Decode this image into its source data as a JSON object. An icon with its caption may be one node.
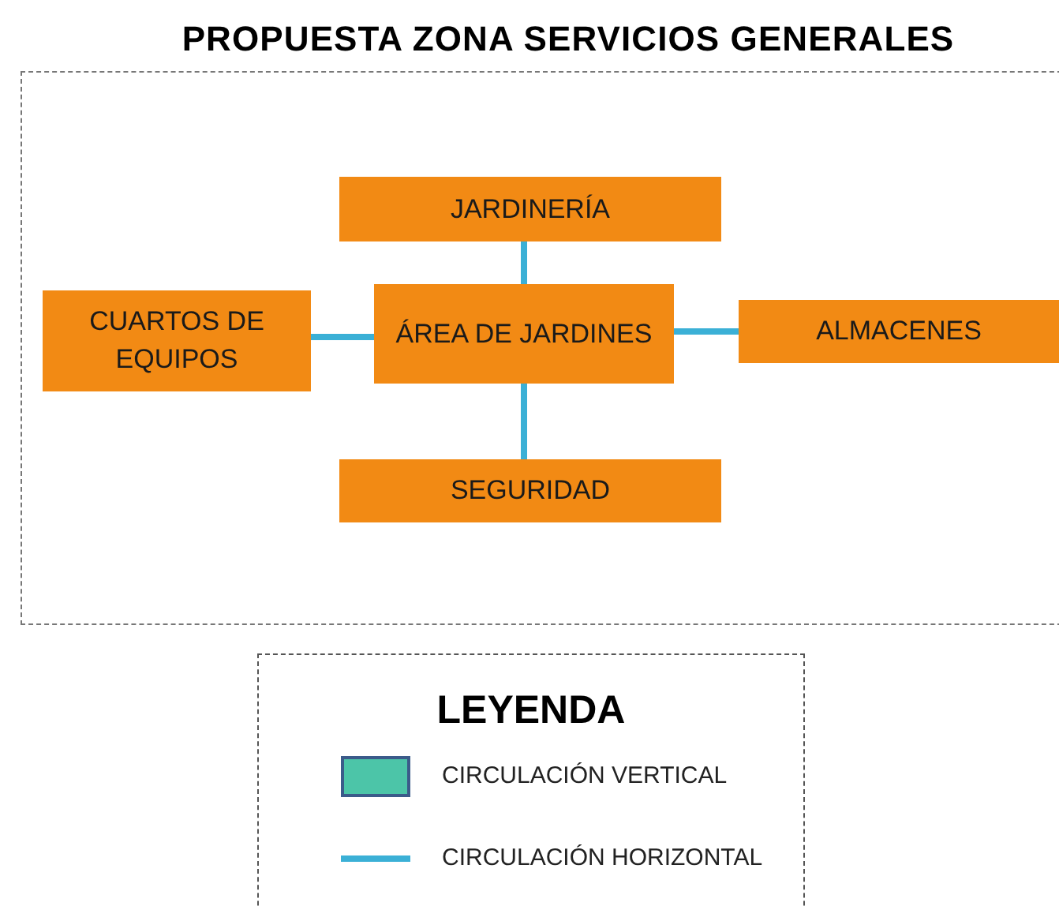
{
  "diagram": {
    "title": "PROPUESTA ZONA SERVICIOS GENERALES",
    "nodes": [
      {
        "text": [
          "JARDINERÍA"
        ]
      },
      {
        "text": [
          "CUARTOS DE EQUIPOS"
        ]
      },
      {
        "text": [
          "ÁREA DE JARDINES"
        ]
      },
      {
        "text": [
          "ALMACENES"
        ]
      },
      {
        "text": [
          "SEGURIDAD"
        ]
      }
    ],
    "edges": [
      {
        "from": 0,
        "to": 2,
        "arrow": "none"
      },
      {
        "from": 1,
        "to": 2,
        "arrow": "none"
      },
      {
        "from": 2,
        "to": 3,
        "arrow": "none"
      },
      {
        "from": 2,
        "to": 4,
        "arrow": "none"
      }
    ],
    "labels": [
      "LEYENDA"
    ],
    "legend": [
      {
        "text": "CIRCULACIÓN VERTICAL",
        "color": "#4cc5a8"
      },
      {
        "text": "CIRCULACIÓN HORIZONTAL"
      }
    ]
  }
}
